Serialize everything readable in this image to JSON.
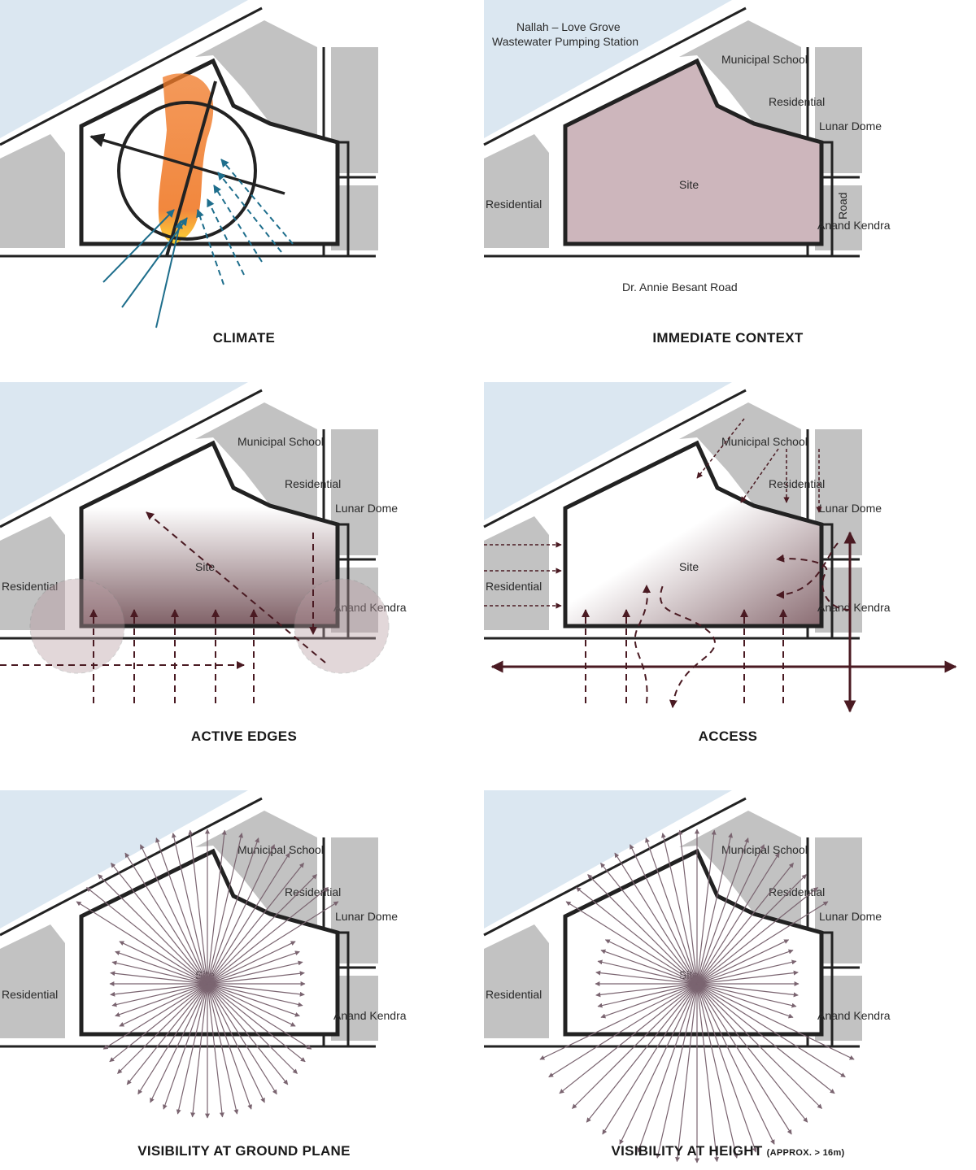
{
  "colors": {
    "water": "#dbe7f1",
    "building": "#c2c2c2",
    "line": "#222222",
    "site_fill": "#cdb6bc",
    "arrow_dark": "#4a1a22",
    "arrow_view": "#7a6470",
    "sun_orange": "#f07a28",
    "sun_yellow": "#ffd21e",
    "wind_blue": "#1e6e8c"
  },
  "labels": {
    "water_body": [
      "Nallah – Love Grove",
      "Wastewater Pumping Station"
    ],
    "municipal_school": "Municipal School",
    "residential": "Residential",
    "lunar_dome": "Lunar Dome",
    "anand_kendra": "Anand Kendra",
    "site": "Site",
    "road_side": "Road",
    "road_main": "Dr. Annie Besant Road"
  },
  "panels": [
    {
      "id": "climate",
      "title": "CLIMATE",
      "icons": [
        "sun-path-icon",
        "wind-arrow-icon"
      ]
    },
    {
      "id": "immediate-context",
      "title": "IMMEDIATE  CONTEXT"
    },
    {
      "id": "active-edges",
      "title": "ACTIVE  EDGES"
    },
    {
      "id": "access",
      "title": "ACCESS"
    },
    {
      "id": "visibility-ground",
      "title": "VISIBILITY AT  GROUND PLANE"
    },
    {
      "id": "visibility-height",
      "title": "VISIBILITY AT  HEIGHT",
      "title_note": "(APPROX. > 16m)"
    }
  ]
}
